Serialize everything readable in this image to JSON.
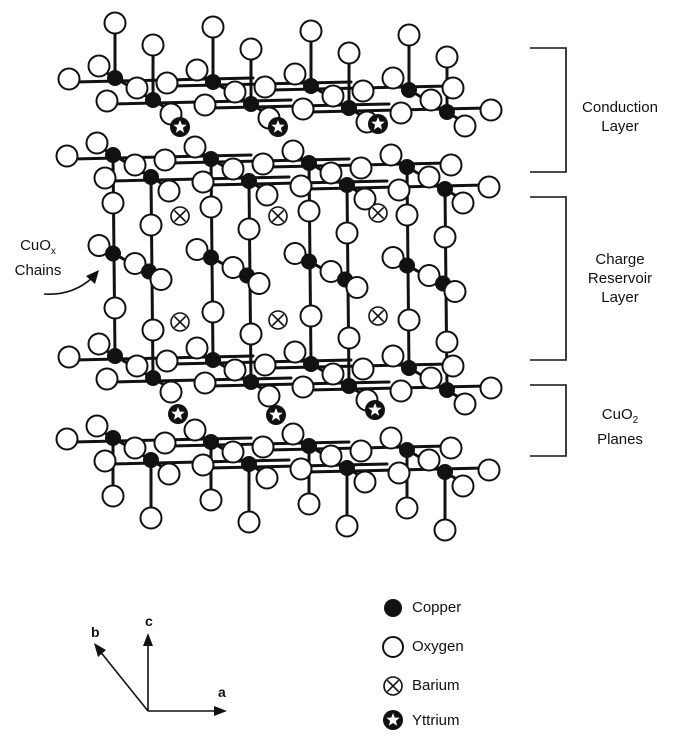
{
  "structure_labels": {
    "conduction_line1": "Conduction",
    "conduction_line2": "Layer",
    "charge_line1": "Charge",
    "charge_line2": "Reservoir",
    "charge_line3": "Layer",
    "cuo2_base": "CuO",
    "cuo2_sub": "2",
    "cuo2_line2": "Planes",
    "cuox_base": "CuO",
    "cuox_sub": "x",
    "cuox_line2": "Chains"
  },
  "legend": {
    "copper": "Copper",
    "oxygen": "Oxygen",
    "barium": "Barium",
    "yttrium": "Yttrium"
  },
  "axes": {
    "a": "a",
    "b": "b",
    "c": "c"
  },
  "colors": {
    "ink": "#111111",
    "paper": "#ffffff"
  }
}
